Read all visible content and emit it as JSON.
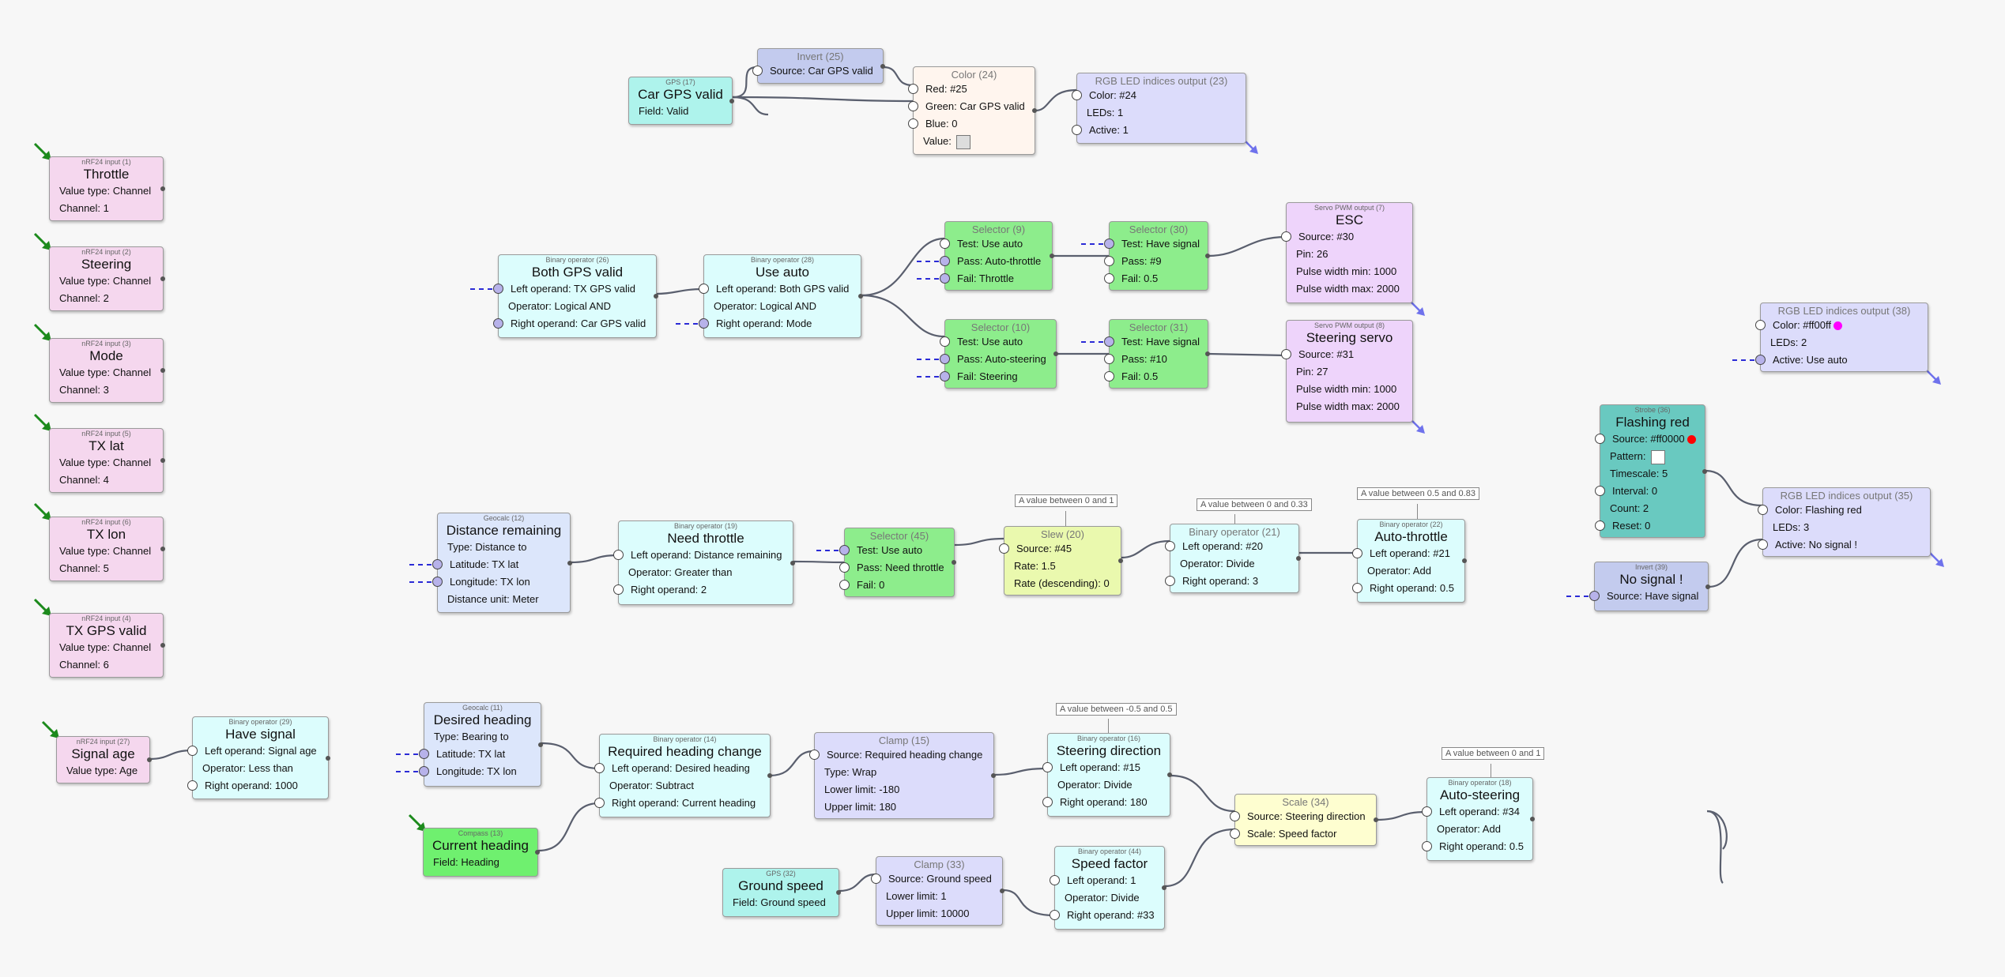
{
  "nodes": {
    "n1": {
      "cap": "nRF24 input (1)",
      "title": "Throttle",
      "fields": [
        "Value type: Channel",
        "Channel: 1"
      ]
    },
    "n2": {
      "cap": "nRF24 input (2)",
      "title": "Steering",
      "fields": [
        "Value type: Channel",
        "Channel: 2"
      ]
    },
    "n3": {
      "cap": "nRF24 input (3)",
      "title": "Mode",
      "fields": [
        "Value type: Channel",
        "Channel: 3"
      ]
    },
    "n5": {
      "cap": "nRF24 input (5)",
      "title": "TX lat",
      "fields": [
        "Value type: Channel",
        "Channel: 4"
      ]
    },
    "n6": {
      "cap": "nRF24 input (6)",
      "title": "TX lon",
      "fields": [
        "Value type: Channel",
        "Channel: 5"
      ]
    },
    "n4": {
      "cap": "nRF24 input (4)",
      "title": "TX GPS valid",
      "fields": [
        "Value type: Channel",
        "Channel: 6"
      ]
    },
    "n27": {
      "cap": "nRF24 input (27)",
      "title": "Signal age",
      "fields": [
        "Value type: Age"
      ]
    },
    "n17": {
      "cap": "GPS (17)",
      "title": "Car GPS valid",
      "fields": [
        "Field: Valid"
      ]
    },
    "n25": {
      "sub": "Invert (25)",
      "fields": [
        "Source: Car GPS valid"
      ]
    },
    "n24": {
      "sub": "Color (24)",
      "fields": [
        "Red: #25",
        "Green: Car GPS valid",
        "Blue: 0",
        "Value:"
      ]
    },
    "n23": {
      "sub": "RGB LED indices output (23)",
      "fields": [
        "Color: #24",
        "LEDs: 1",
        "Active: 1"
      ]
    },
    "n26": {
      "cap": "Binary operator (26)",
      "title": "Both GPS valid",
      "fields": [
        "Left operand: TX GPS valid",
        "Operator: Logical AND",
        "Right operand: Car GPS valid"
      ]
    },
    "n28": {
      "cap": "Binary operator (28)",
      "title": "Use auto",
      "fields": [
        "Left operand: Both GPS valid",
        "Operator: Logical AND",
        "Right operand: Mode"
      ]
    },
    "n9": {
      "sub": "Selector (9)",
      "fields": [
        "Test: Use auto",
        "Pass: Auto-throttle",
        "Fail: Throttle"
      ]
    },
    "n10": {
      "sub": "Selector (10)",
      "fields": [
        "Test: Use auto",
        "Pass: Auto-steering",
        "Fail: Steering"
      ]
    },
    "n30": {
      "sub": "Selector (30)",
      "fields": [
        "Test: Have signal",
        "Pass: #9",
        "Fail: 0.5"
      ]
    },
    "n31": {
      "sub": "Selector (31)",
      "fields": [
        "Test: Have signal",
        "Pass: #10",
        "Fail: 0.5"
      ]
    },
    "n7": {
      "cap": "Servo PWM output (7)",
      "title": "ESC",
      "fields": [
        "Source: #30",
        "Pin: 26",
        "Pulse width min: 1000",
        "Pulse width max: 2000"
      ]
    },
    "n8": {
      "cap": "Servo PWM output (8)",
      "title": "Steering servo",
      "fields": [
        "Source: #31",
        "Pin: 27",
        "Pulse width min: 1000",
        "Pulse width max: 2000"
      ]
    },
    "n38": {
      "sub": "RGB LED indices output (38)",
      "fields": [
        "Color: #ff00ff",
        "LEDs: 2",
        "Active: Use auto"
      ]
    },
    "n36": {
      "cap": "Strobe (36)",
      "title": "Flashing red",
      "fields": [
        "Source: #ff0000",
        "Pattern:",
        "Timescale: 5",
        "Interval: 0",
        "Count: 2",
        "Reset: 0"
      ]
    },
    "n35": {
      "sub": "RGB LED indices output (35)",
      "fields": [
        "Color: Flashing red",
        "LEDs: 3",
        "Active: No signal !"
      ]
    },
    "n39": {
      "cap": "Invert (39)",
      "title": "No signal !",
      "fields": [
        "Source: Have signal"
      ]
    },
    "n12": {
      "cap": "Geocalc (12)",
      "title": "Distance remaining",
      "fields": [
        "Type: Distance to",
        "Latitude: TX lat",
        "Longitude: TX lon",
        "Distance unit: Meter"
      ]
    },
    "n19": {
      "cap": "Binary operator (19)",
      "title": "Need throttle",
      "fields": [
        "Left operand: Distance remaining",
        "Operator: Greater than",
        "Right operand: 2"
      ]
    },
    "n45": {
      "sub": "Selector (45)",
      "fields": [
        "Test: Use auto",
        "Pass: Need throttle",
        "Fail: 0"
      ]
    },
    "n20": {
      "sub": "Slew (20)",
      "fields": [
        "Source: #45",
        "Rate: 1.5",
        "Rate (descending): 0"
      ]
    },
    "n21": {
      "sub": "Binary operator (21)",
      "fields": [
        "Left operand: #20",
        "Operator: Divide",
        "Right operand: 3"
      ]
    },
    "n22": {
      "cap": "Binary operator (22)",
      "title": "Auto-throttle",
      "fields": [
        "Left operand: #21",
        "Operator: Add",
        "Right operand: 0.5"
      ]
    },
    "n29": {
      "cap": "Binary operator (29)",
      "title": "Have signal",
      "fields": [
        "Left operand: Signal age",
        "Operator: Less than",
        "Right operand: 1000"
      ]
    },
    "n11": {
      "cap": "Geocalc (11)",
      "title": "Desired heading",
      "fields": [
        "Type: Bearing to",
        "Latitude: TX lat",
        "Longitude: TX lon"
      ]
    },
    "n13": {
      "cap": "Compass (13)",
      "title": "Current heading",
      "fields": [
        "Field: Heading"
      ]
    },
    "n14": {
      "cap": "Binary operator (14)",
      "title": "Required heading change",
      "fields": [
        "Left operand: Desired heading",
        "Operator: Subtract",
        "Right operand: Current heading"
      ]
    },
    "n15": {
      "sub": "Clamp (15)",
      "fields": [
        "Source: Required heading change",
        "Type: Wrap",
        "Lower limit: -180",
        "Upper limit: 180"
      ]
    },
    "n16": {
      "cap": "Binary operator (16)",
      "title": "Steering direction",
      "fields": [
        "Left operand: #15",
        "Operator: Divide",
        "Right operand: 180"
      ]
    },
    "n34": {
      "sub": "Scale (34)",
      "fields": [
        "Source: Steering direction",
        "Scale: Speed factor"
      ]
    },
    "n18": {
      "cap": "Binary operator (18)",
      "title": "Auto-steering",
      "fields": [
        "Left operand: #34",
        "Operator: Add",
        "Right operand: 0.5"
      ]
    },
    "n32": {
      "cap": "GPS (32)",
      "title": "Ground speed",
      "fields": [
        "Field: Ground speed"
      ]
    },
    "n33": {
      "sub": "Clamp (33)",
      "fields": [
        "Source: Ground speed",
        "Lower limit: 1",
        "Upper limit: 10000"
      ]
    },
    "n44": {
      "cap": "Binary operator (44)",
      "title": "Speed factor",
      "fields": [
        "Left operand: 1",
        "Operator: Divide",
        "Right operand: #33"
      ]
    }
  },
  "tooltips": {
    "t20": "A value between 0 and 1",
    "t21": "A value between 0 and 0.33",
    "t22": "A value between 0.5 and 0.83",
    "t16": "A value between -0.5 and 0.5",
    "t18": "A value between 0 and 1"
  },
  "colors": {
    "magenta": "#ff00ff",
    "red": "#ff0000",
    "wire": "#5a5f6e",
    "link_dash": "#2b2bd6"
  }
}
